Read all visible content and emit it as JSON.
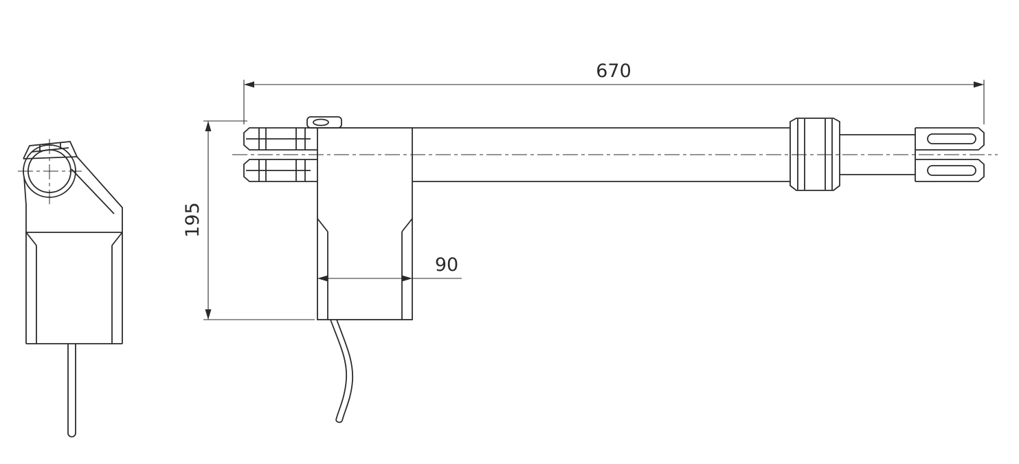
{
  "drawing": {
    "background": "#ffffff",
    "line_color": "#2a2a2a",
    "dimensions": {
      "overall_length": "670",
      "overall_height": "195",
      "housing_width": "90"
    }
  }
}
